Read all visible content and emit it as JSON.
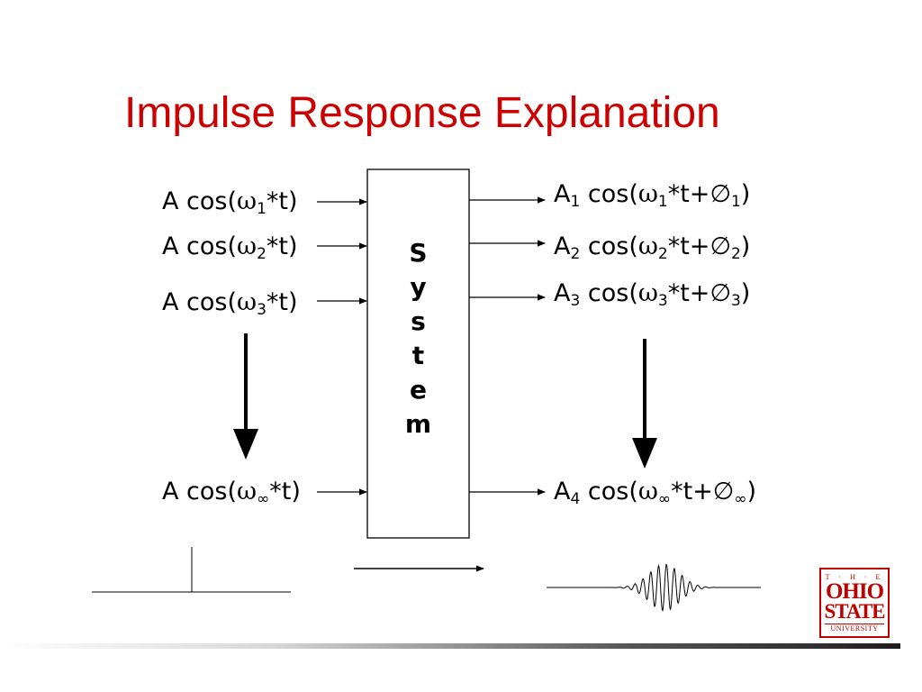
{
  "title": "Impulse Response Explanation",
  "symbols": {
    "omega": "ω",
    "phi": "∅",
    "infinity": "∞"
  },
  "inputs": [
    {
      "prefix": "A cos(",
      "sub": "1",
      "suffix": "*t)"
    },
    {
      "prefix": "A cos(",
      "sub": "2",
      "suffix": "*t)"
    },
    {
      "prefix": "A cos(",
      "sub": "3",
      "suffix": "*t)"
    },
    {
      "prefix": "A cos(",
      "sub": "∞",
      "suffix": "*t)"
    }
  ],
  "outputs": [
    {
      "amp": "A",
      "amp_sub": "1",
      "mid": " cos(",
      "omega_sub": "1",
      "rest": "*t+",
      "phi_sub": "1",
      "end": ")"
    },
    {
      "amp": "A",
      "amp_sub": "2",
      "mid": " cos(",
      "omega_sub": "2",
      "rest": "*t+",
      "phi_sub": "2",
      "end": ")"
    },
    {
      "amp": "A",
      "amp_sub": "3",
      "mid": " cos(",
      "omega_sub": "3",
      "rest": "*t+",
      "phi_sub": "3",
      "end": ")"
    },
    {
      "amp": "A",
      "amp_sub": "4",
      "mid": " cos(",
      "omega_sub": "∞",
      "rest": "*t+",
      "phi_sub": "∞",
      "end": ")"
    }
  ],
  "system_label": [
    "S",
    "y",
    "s",
    "t",
    "e",
    "m"
  ],
  "logo": {
    "the": "T · H · E",
    "line1": "OHIO",
    "line2": "STATE",
    "line3": "UNIVERSITY"
  },
  "colors": {
    "title": "#cc0000",
    "logo": "#bb0000",
    "ink": "#000000"
  }
}
